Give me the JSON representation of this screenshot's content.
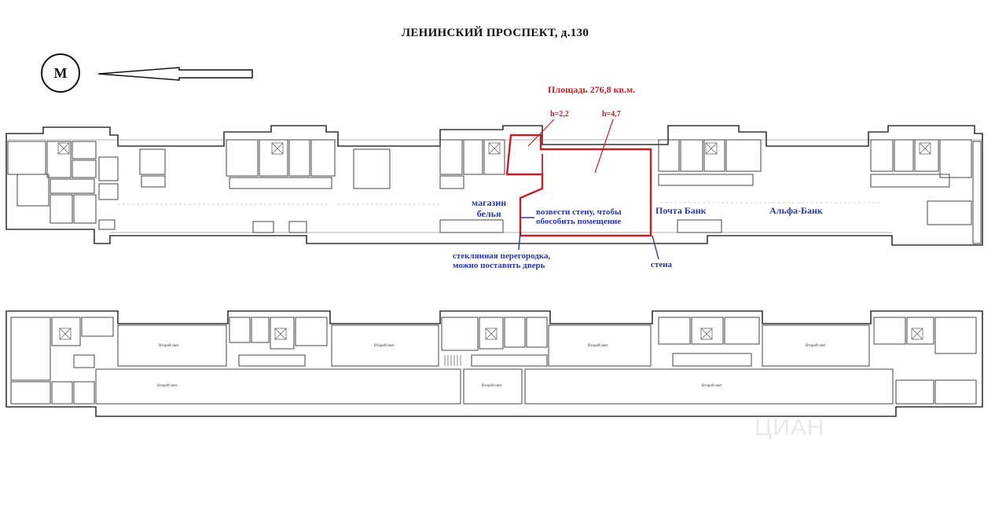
{
  "plan": {
    "title": "ЛЕНИНСКИЙ ПРОСПЕКТ, д.130",
    "metro_label": "М",
    "area_label": "Площадь 276,8 кв.м.",
    "height_left": "h=2,2",
    "height_right": "h=4,7",
    "tenants": {
      "lingerie_line1": "магазин",
      "lingerie_line2": "белья",
      "post_bank": "Почта Банк",
      "alfa_bank": "Альфа-Банк"
    },
    "notes": {
      "wall_build_line1": "возвести  стену, чтобы",
      "wall_build_line2": "обособить помещение",
      "glass_line1": "стеклянная перегородка,",
      "glass_line2": "можно поставить дверь",
      "wall": "стена"
    },
    "second_light_label": "Второй свет",
    "watermark": "ЦИАН",
    "colors": {
      "highlight": "#c0202a",
      "annotation": "#2a3a9c",
      "lines": "#333333"
    }
  }
}
